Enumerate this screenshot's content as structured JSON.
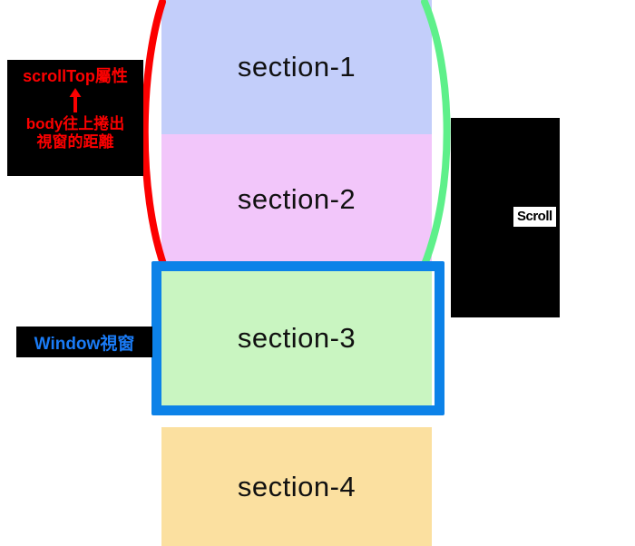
{
  "diagram": {
    "title": "scrollTop concept diagram",
    "colors": {
      "section_1_fill": "#c3cefa",
      "section_2_fill": "#f2c6fa",
      "section_3_fill": "#c9f5c1",
      "section_4_fill": "#fbe0a0",
      "viewport_border": "#0c82e8",
      "arc_left": "#fc0000",
      "arc_right": "#5ef08a",
      "callout_background": "#000000",
      "callout_text": "#fc0000",
      "window_label_text": "#1a7bf5"
    }
  },
  "sections": [
    {
      "id": "section-1",
      "label": "section-1"
    },
    {
      "id": "section-2",
      "label": "section-2"
    },
    {
      "id": "section-3",
      "label": "section-3"
    },
    {
      "id": "section-4",
      "label": "section-4"
    }
  ],
  "annotations": {
    "scrolltop": {
      "title": "scrollTop屬性",
      "arrow": "up-arrow-icon",
      "description_line_1": "body往上捲出",
      "description_line_2": "視窗的距離"
    },
    "window": {
      "label": "Window視窗"
    },
    "right_panel": {
      "label": "Scroll"
    }
  }
}
